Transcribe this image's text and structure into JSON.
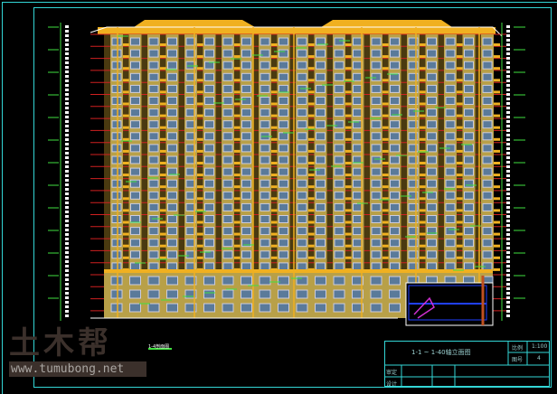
{
  "drawing": {
    "title": "1-1 ~ 1-40轴立面图",
    "scale_label": "比例",
    "scale_value": "1:100",
    "sheet_label": "图号",
    "sheet_value": "4",
    "row_label_1": "审定",
    "row_label_2": "设计",
    "plan_label": "1-4剖面图"
  },
  "watermark": {
    "logo": "土木帮",
    "url": "www.tumubong.net"
  },
  "colors": {
    "frame": "#33d6d6",
    "wall": "#b8a048",
    "trim": "#f0b020",
    "window": "#5a7a9a",
    "level": "#d02020",
    "annotation": "#40e040"
  }
}
